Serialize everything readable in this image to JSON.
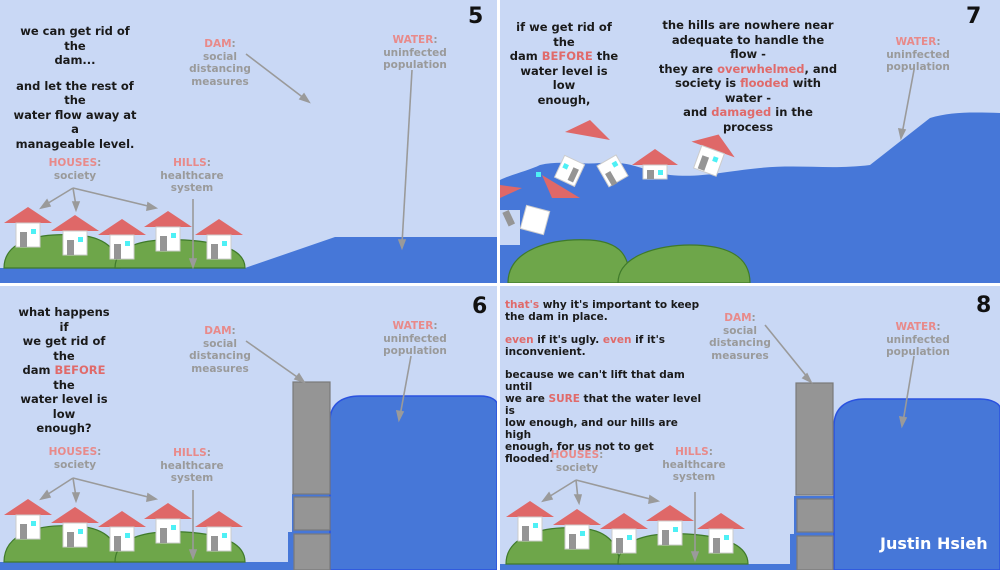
{
  "colors": {
    "sky": "#c9d8f5",
    "water": "#4677d8",
    "water_edge": "#2a52e0",
    "hill": "#6ea64a",
    "hill_edge": "#3f7a2a",
    "roof": "#df6868",
    "wall": "#ffffff",
    "door": "#959595",
    "window": "#4ef0f5",
    "dam": "#959595",
    "arrow": "#9a9a9a",
    "highlight": "#e06a6a"
  },
  "labels": {
    "dam_key": "DAM",
    "dam_desc_1": "social",
    "dam_desc_2": "distancing",
    "dam_desc_3": "measures",
    "water_key": "WATER",
    "water_desc_1": "uninfected",
    "water_desc_2": "population",
    "houses_key": "HOUSES",
    "houses_desc": "society",
    "hills_key": "HILLS",
    "hills_desc_1": "healthcare",
    "hills_desc_2": "system",
    "colon": ":"
  },
  "panels": {
    "p5": {
      "number": "5",
      "line1": "we can get rid of the",
      "line2": "dam...",
      "line3": "and let the rest of the",
      "line4": "water flow away at a",
      "line5": "manageable level."
    },
    "p6": {
      "number": "6",
      "l1": "what happens if",
      "l2": "we get rid of the",
      "l3a": "dam ",
      "l3b": "BEFORE",
      "l3c": " the",
      "l4": "water level is low",
      "l5": "enough?"
    },
    "p7": {
      "number": "7",
      "a1": "if we get rid of the",
      "a2a": "dam ",
      "a2b": "BEFORE",
      "a2c": " the",
      "a3": "water level is low",
      "a4": "enough,",
      "b1": "the hills are nowhere near",
      "b2": "adequate to handle the flow -",
      "b3a": "they are ",
      "b3b": "overwhelmed",
      "b3c": ", and",
      "b4a": "society is ",
      "b4b": "flooded",
      "b4c": " with water -",
      "b5a": "and ",
      "b5b": "damaged",
      "b5c": " in the process"
    },
    "p8": {
      "number": "8",
      "s1a": "that's",
      "s1b": " why it's important to keep",
      "s2": "the dam in place.",
      "s3a": "even",
      "s3b": " if it's ugly. ",
      "s3c": "even",
      "s3d": " if it's",
      "s4": "inconvenient.",
      "s5": "because we can't lift that dam until",
      "s6a": "we are ",
      "s6b": "SURE",
      "s6c": " that the water level is",
      "s7": "low enough, and our hills are high",
      "s8": "enough, for us not to get flooded.",
      "credit": "Justin Hsieh"
    }
  }
}
